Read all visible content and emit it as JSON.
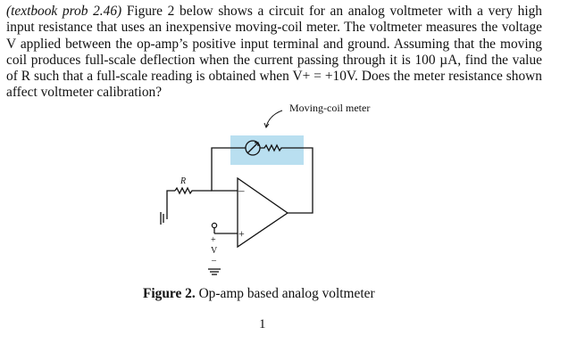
{
  "problem": {
    "reference": "(textbook prob 2.46)",
    "text": " Figure 2 below shows a circuit for an analog voltmeter with a very high input resistance that uses an inexpensive moving-coil meter. The voltmeter measures the voltage V applied between the op-amp’s positive input terminal and ground. Assuming that the moving coil produces full-scale deflection when the current passing through it is 100 µA, find the value of R such that a full-scale reading is obtained when V+ = +10V. Does the meter resistance shown affect voltmeter calibration?"
  },
  "figure": {
    "meter_label": "Moving-coil meter",
    "resistor_label": "R",
    "minus_label": "–",
    "plus_label": "+",
    "source_plus": "+",
    "source_v": "V",
    "source_minus": "–",
    "highlight_color": "#b9dff0"
  },
  "caption": {
    "label": "Figure 2.",
    "text": " Op-amp based analog voltmeter"
  },
  "page_number": "1"
}
